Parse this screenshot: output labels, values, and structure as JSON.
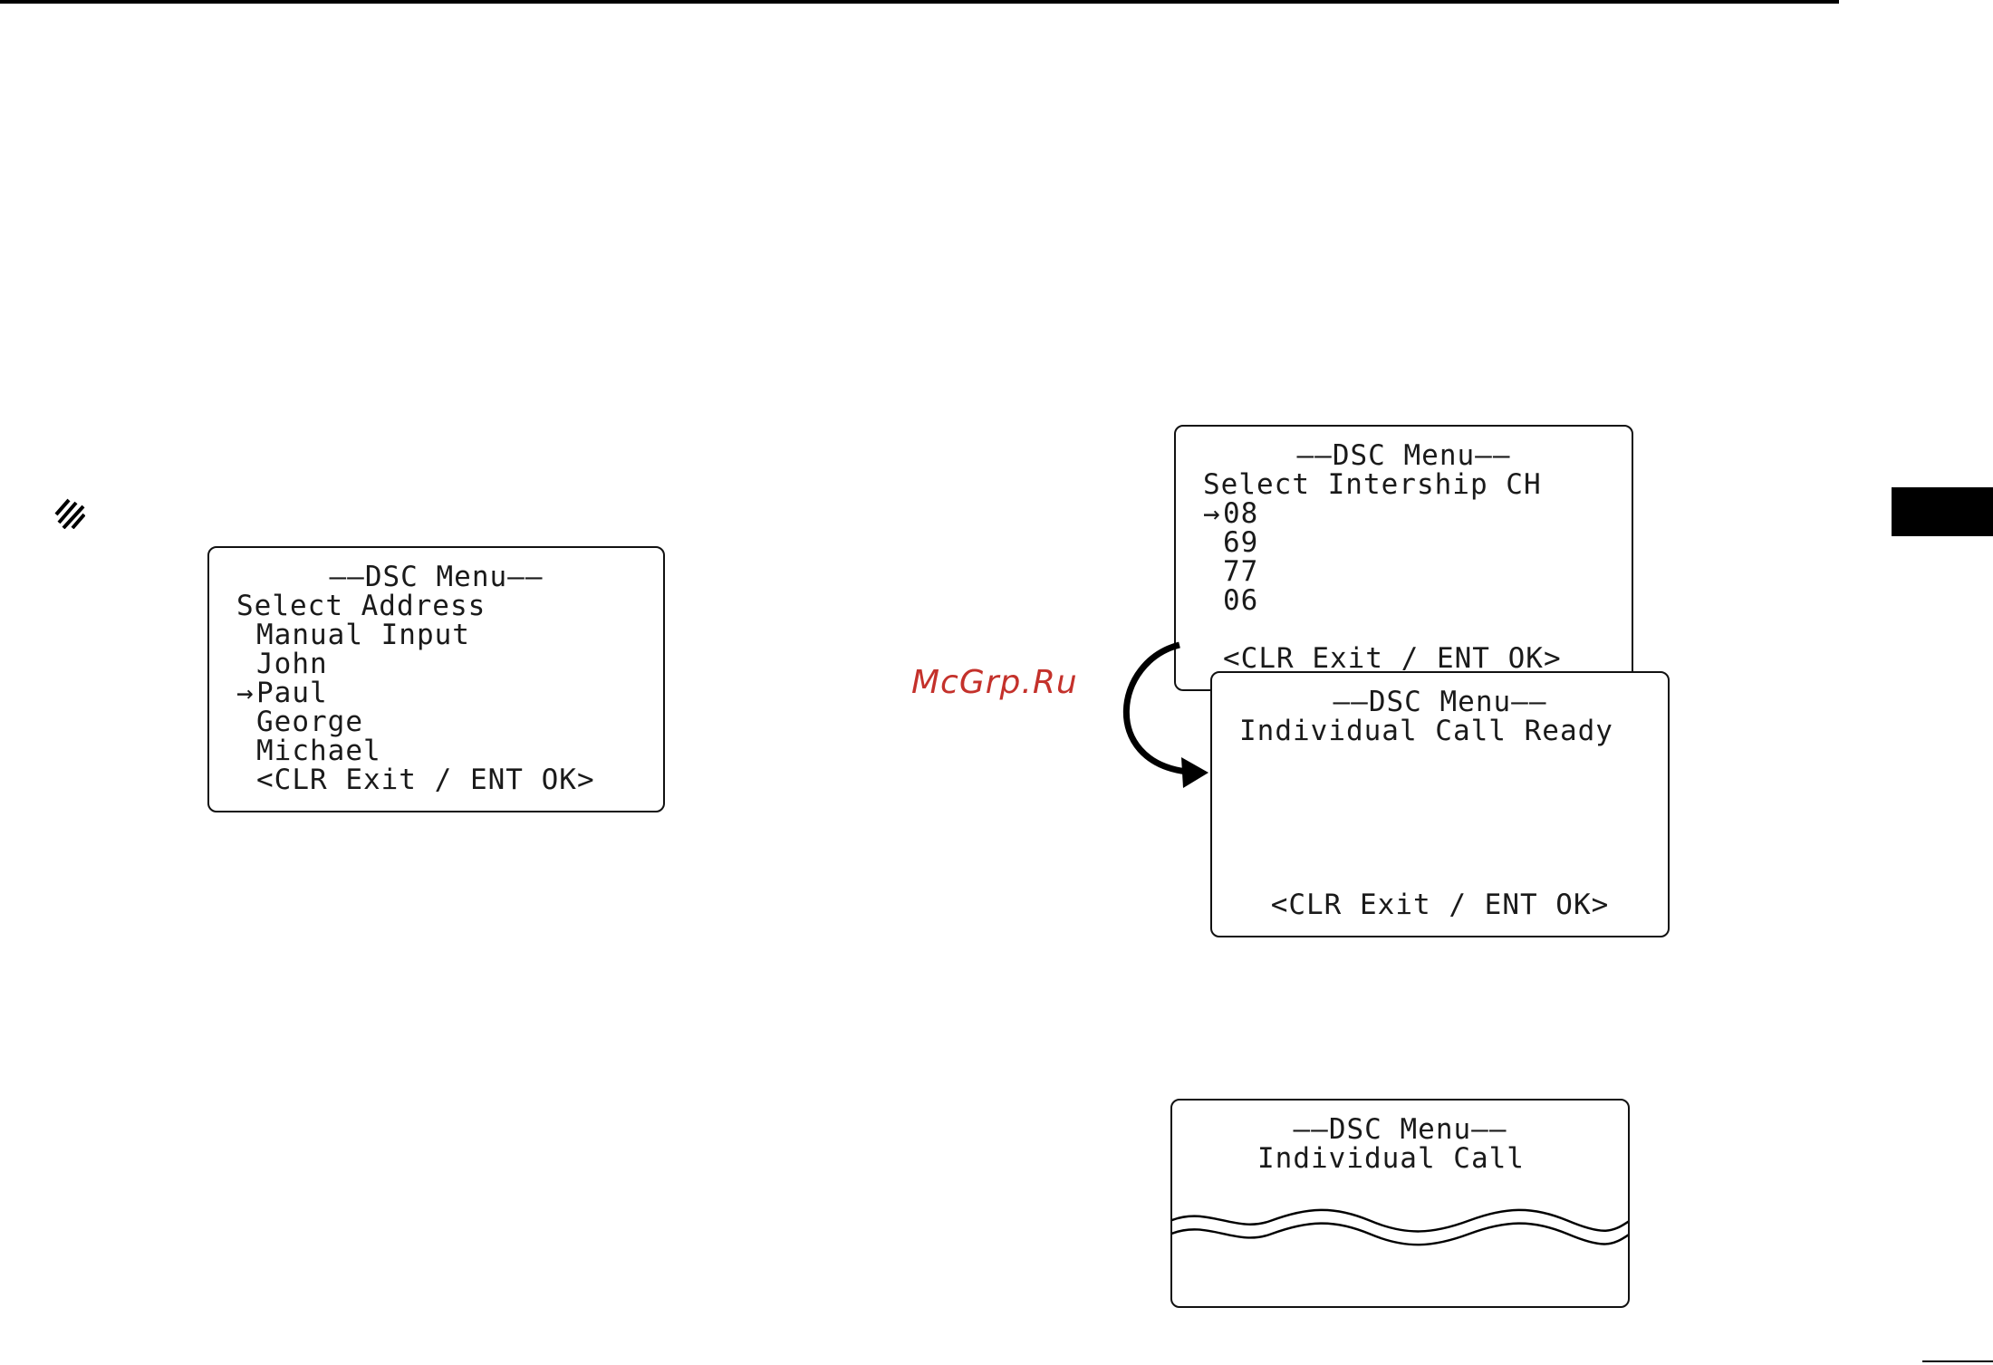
{
  "screens": {
    "address": {
      "title": "––DSC Menu––",
      "subtitle": "Select Address",
      "items": [
        "Manual Input",
        "John",
        "Paul",
        "George",
        "Michael"
      ],
      "selected_index": 2,
      "footer": "<CLR Exit / ENT OK>"
    },
    "intership": {
      "title": "––DSC Menu––",
      "subtitle": "Select Intership CH",
      "items": [
        "08",
        "69",
        "77",
        "06"
      ],
      "selected_index": 0,
      "footer": "<CLR Exit / ENT OK>"
    },
    "ready": {
      "title": "––DSC Menu––",
      "subtitle": "Individual Call Ready",
      "footer": "<CLR Exit / ENT OK>"
    },
    "calling": {
      "title": "––DSC Menu––",
      "subtitle": "Individual Call"
    }
  },
  "cursor_glyph": "→",
  "watermark": "McGrp.Ru",
  "icons": {
    "note": "note-hatch-icon",
    "transition": "curved-arrow-icon"
  }
}
